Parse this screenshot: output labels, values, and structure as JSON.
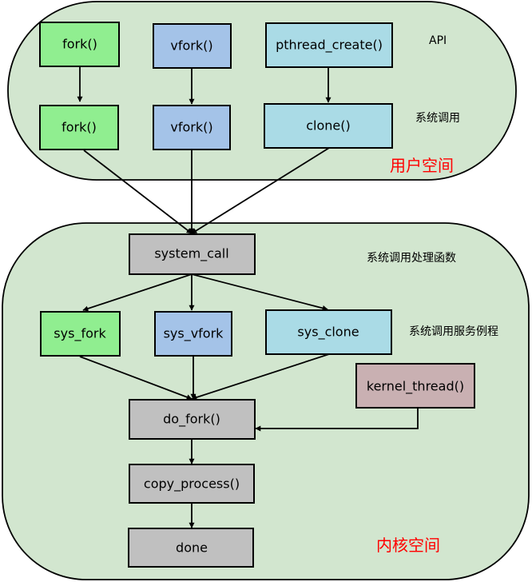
{
  "colors": {
    "region_fill": "#d2e6cf",
    "green": "#90ee90",
    "blue": "#a4c3e8",
    "light_blue": "#aadbe6",
    "gray": "#c0c0c0",
    "mauve": "#c9b0b2",
    "region_label": "#ff0000"
  },
  "regions": {
    "user_space": "用户空间",
    "kernel_space": "内核空间"
  },
  "side_labels": {
    "api": "API",
    "syscall": "系统调用",
    "handler": "系统调用处理函数",
    "service_routine": "系统调用服务例程"
  },
  "nodes": {
    "fork_api": "fork()",
    "vfork_api": "vfork()",
    "pthread_create": "pthread_create()",
    "fork_sys": "fork()",
    "vfork_sys": "vfork()",
    "clone_sys": "clone()",
    "system_call": "system_call",
    "sys_fork": "sys_fork",
    "sys_vfork": "sys_vfork",
    "sys_clone": "sys_clone",
    "kernel_thread": "kernel_thread()",
    "do_fork": "do_fork()",
    "copy_process": "copy_process()",
    "done": "done"
  }
}
